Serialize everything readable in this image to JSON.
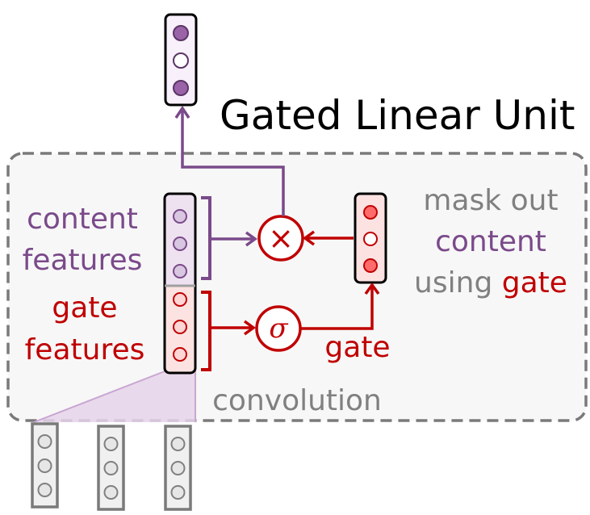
{
  "title": "Gated Linear Unit",
  "labels": {
    "content_features_line1": "content",
    "content_features_line2": "features",
    "gate_features_line1": "gate",
    "gate_features_line2": "features",
    "mask_line1": "mask out",
    "mask_line2": "content",
    "mask_line3_a": "using",
    "mask_line3_b": "gate",
    "gate_output": "gate",
    "convolution": "convolution",
    "multiply_symbol": "×",
    "sigmoid_symbol": "σ"
  },
  "colors": {
    "purple": "#7a4a8a",
    "purple_fill": "#d9c6e0",
    "purple_dark_fill": "#9a63a8",
    "red": "#c00000",
    "red_fill": "#ff6b6b",
    "red_light_fill": "#ffd6d6",
    "gray": "#808080",
    "box_bg": "#f7f7f7"
  }
}
